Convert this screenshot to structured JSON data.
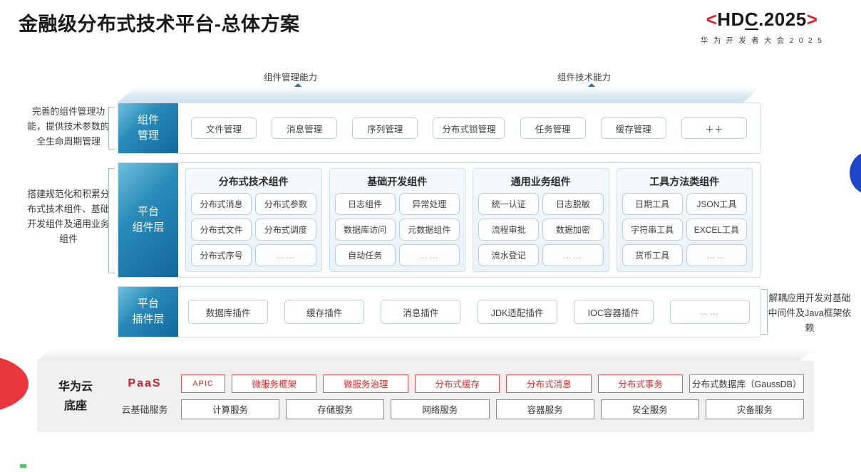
{
  "header": {
    "title": "金融级分布式技术平台-总体方案",
    "logo_main_left": "<",
    "logo_main_text": "HD",
    "logo_main_underlined": "C",
    "logo_main_rest": ".2025",
    "logo_main_right": ">",
    "logo_sub": "华 为 开 发 者 大 会 2 0 2 5"
  },
  "arrows": [
    {
      "label": "组件管理能力"
    },
    {
      "label": "组件技术能力"
    }
  ],
  "side_notes": {
    "left_top": "完善的组件管理功能，提供技术参数的全生命周期管理",
    "left_middle": "搭建规范化和积累分布式技术组件、基础开发组件及通用业务组件",
    "right_bottom": "解耦应用开发对基础中间件及Java框架依赖"
  },
  "rows": {
    "management": {
      "head": "组件\n管理",
      "head_line1": "组件",
      "head_line2": "管理",
      "items": [
        "文件管理",
        "消息管理",
        "序列管理",
        "分布式锁管理",
        "任务管理",
        "缓存管理",
        "＋＋"
      ]
    },
    "component_layer": {
      "head_line1": "平台",
      "head_line2": "组件层",
      "groups": [
        {
          "title": "分布式技术组件",
          "items": [
            "分布式消息",
            "分布式参数",
            "分布式文件",
            "分布式调度",
            "分布式序号",
            "……"
          ]
        },
        {
          "title": "基础开发组件",
          "items": [
            "日志组件",
            "异常处理",
            "数据库访问",
            "元数据组件",
            "自动任务",
            "……"
          ]
        },
        {
          "title": "通用业务组件",
          "items": [
            "统一认证",
            "日志脱敏",
            "流程审批",
            "数据加密",
            "流水登记",
            "……"
          ]
        },
        {
          "title": "工具方法类组件",
          "items": [
            "日期工具",
            "JSON工具",
            "字符串工具",
            "EXCEL工具",
            "货币工具",
            "……"
          ]
        }
      ]
    },
    "plugin_layer": {
      "head_line1": "平台",
      "head_line2": "插件层",
      "items": [
        "数据库插件",
        "缓存插件",
        "消息插件",
        "JDK适配插件",
        "IOC容器插件",
        "……"
      ]
    }
  },
  "base": {
    "label_line1": "华为云",
    "label_line2": "底座",
    "paas_tag": "PaaS",
    "cloud_tag": "云基础服务",
    "paas_items": [
      "APIC",
      "微服务框架",
      "微服务治理",
      "分布式缓存",
      "分布式消息",
      "分布式事务",
      "分布式数据库（GaussDB）"
    ],
    "cloud_items": [
      "计算服务",
      "存储服务",
      "网络服务",
      "容器服务",
      "安全服务",
      "灾备服务"
    ]
  },
  "colors": {
    "brand_red": "#d9232e",
    "accent_blue": "#12679a",
    "arrow_blue": "#1f7cab",
    "lens_blue": "#1b46c8",
    "wedge_red": "#e8383d"
  }
}
